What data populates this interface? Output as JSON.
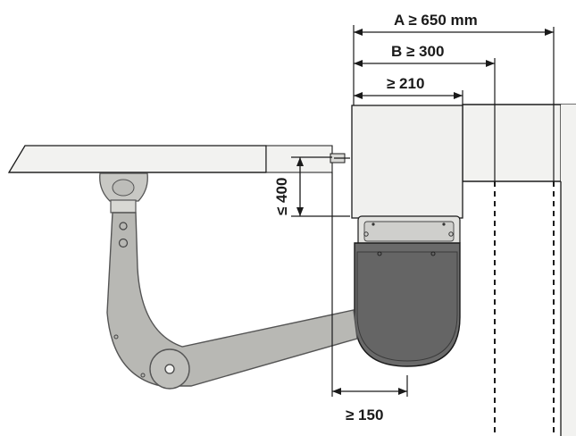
{
  "dimensions": {
    "a_label": "A ≥ 650 mm",
    "b_label": "B ≥ 300",
    "c_label": "≥ 210",
    "height_label": "≤ 400",
    "offset_label": "≥ 150"
  },
  "colors": {
    "background": "#ffffff",
    "line": "#1a1a1a",
    "wall_fill": "#f2f2f0",
    "motor_body": "#f0f0ee",
    "cover_dark": "#6a6a6a",
    "bracket": "#c8c8c4",
    "arm": "#b8b8b4",
    "arm_stroke": "#555555"
  }
}
